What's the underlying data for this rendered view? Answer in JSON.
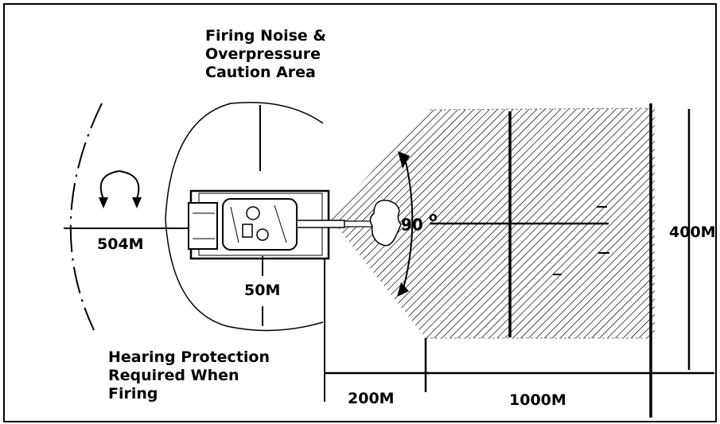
{
  "labels": {
    "caution_area": "Firing Noise &\nOverpressure\nCaution Area",
    "hearing_protection": "Hearing Protection\nRequired When\nFiring",
    "distance_504": "504M",
    "distance_50": "50M",
    "angle_90": "90",
    "degree_mark": "o",
    "distance_400": "400M",
    "distance_200": "200M",
    "distance_1000": "1000M"
  },
  "colors": {
    "ink": "#000000",
    "background": "#ffffff"
  }
}
